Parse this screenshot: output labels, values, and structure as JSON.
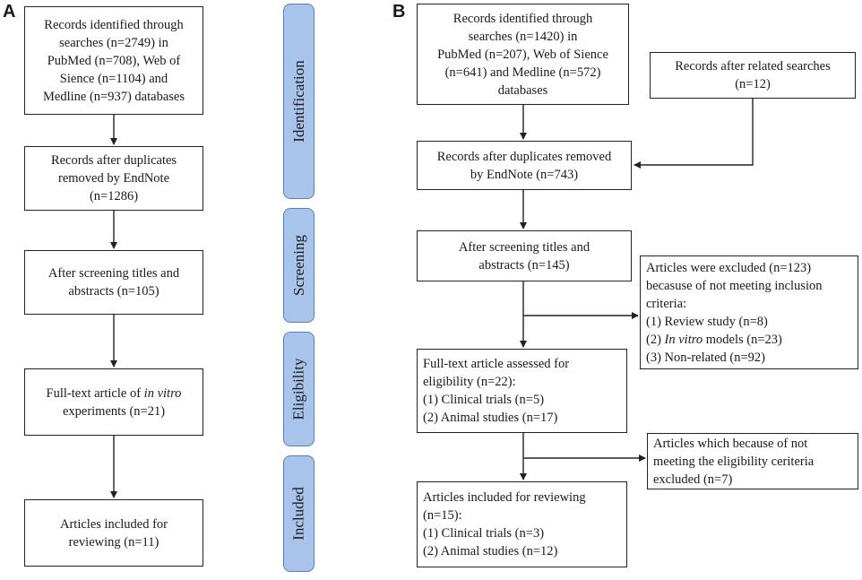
{
  "panel_a": {
    "letter": "A",
    "boxes": {
      "identified": [
        "Records identified through",
        "searches (n=2749) in",
        "PubMed (n=708), Web of",
        "Sience (n=1104) and",
        "Medline (n=937) databases"
      ],
      "duplicates": [
        "Records after duplicates",
        "removed by EndNote",
        "(n=1286)"
      ],
      "screening": [
        "After screening titles and",
        "abstracts (n=105)"
      ],
      "fulltext": {
        "prefix": "Full-text article of ",
        "italic": "in vitro",
        "line2": "experiments (n=21)"
      },
      "included": [
        "Articles included for",
        "reviewing (n=11)"
      ]
    }
  },
  "stages": [
    "Identification",
    "Screening",
    "Eligibility",
    "Included"
  ],
  "panel_b": {
    "letter": "B",
    "boxes": {
      "identified": [
        "Records identified through",
        "searches (n=1420) in",
        "PubMed (n=207), Web of Sience",
        "(n=641) and Medline (n=572)",
        "databases"
      ],
      "related": [
        "Records after related searches",
        "(n=12)"
      ],
      "duplicates": [
        "Records after duplicates removed",
        "by EndNote (n=743)"
      ],
      "screening": [
        "After screening titles and",
        "abstracts (n=145)"
      ],
      "excluded1": {
        "lines": [
          "Articles were excluded (n=123)",
          "becasuse of not meeting inclusion",
          "criteria:",
          "(1) Review study (n=8)"
        ],
        "invitro_prefix": "(2) ",
        "invitro_italic": "In vitro",
        "invitro_suffix": " models (n=23)",
        "last": "(3) Non-related (n=92)"
      },
      "eligibility": [
        "Full-text article assessed for",
        "eligibility (n=22):",
        "(1) Clinical trials (n=5)",
        "(2) Animal studies (n=17)"
      ],
      "excluded2": [
        "Articles which because of not",
        "meeting the eligibility ceriteria",
        "excluded (n=7)"
      ],
      "included": [
        "Articles included for reviewing",
        "(n=15):",
        "(1) Clinical trials (n=3)",
        "(2) Animal studies (n=12)"
      ]
    }
  }
}
